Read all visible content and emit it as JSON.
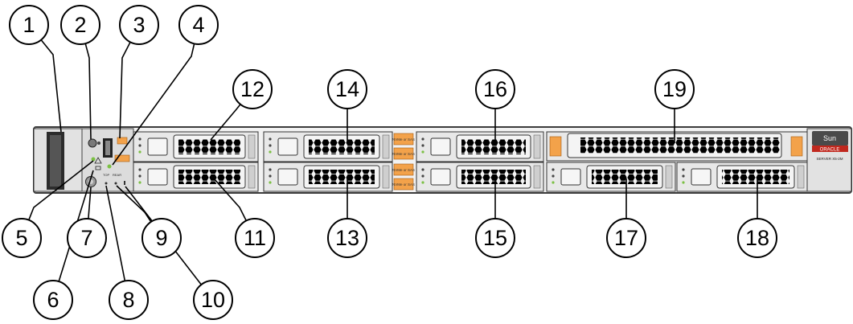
{
  "callouts": [
    "1",
    "2",
    "3",
    "4",
    "5",
    "6",
    "7",
    "8",
    "9",
    "10",
    "11",
    "12",
    "13",
    "14",
    "15",
    "16",
    "17",
    "18",
    "19"
  ],
  "bay_label": "NVMe or SAS",
  "panel_labels": {
    "top": "TOP",
    "rear": "REAR"
  },
  "logo": {
    "brand": "Sun",
    "vendor": "ORACLE",
    "model": "SERVER X5-2M"
  },
  "colors": {
    "label_orange": "#f3a24a",
    "led_green": "#7bc043",
    "logo_red": "#c0281e"
  }
}
